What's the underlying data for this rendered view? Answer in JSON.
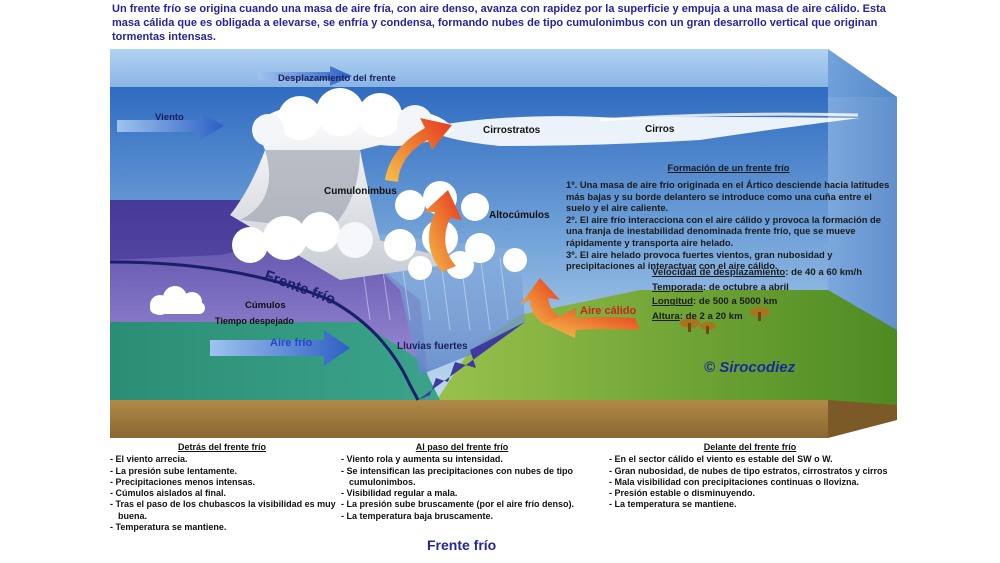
{
  "intro": "Un frente frío se origina cuando una masa de aire fría, con aire denso, avanza con rapidez por la superficie y empuja a una masa de aire cálido. Esta masa cálida que es obligada a elevarse, se enfría y condensa, formando nubes de tipo cumulonimbus con un gran desarrollo vertical que originan tormentas intensas.",
  "labels": {
    "desplazamiento": "Desplazamiento del frente",
    "viento": "Viento",
    "cirrostratos": "Cirrostratos",
    "cirros": "Cirros",
    "cumulonimbus": "Cumulonimbus",
    "altocumulos": "Altocúmulos",
    "frente_frio": "Frente frío",
    "cumulos": "Cúmulos",
    "tiempo_despejado": "Tiempo despejado",
    "aire_frio": "Aire frío",
    "lluvias": "Lluvias fuertes",
    "aire_calido": "Aire cálido"
  },
  "formation": {
    "title": "Formación de un frente frío",
    "steps": [
      "1º.  Una masa de aire frío originada en el Ártico desciende hacia latitudes más bajas y su borde delantero se introduce como una cuña entre el  suelo y el aire caliente.",
      "2º. El aire frío interacciona con el aire cálido y provoca la formación de una franja de inestabilidad denominada frente frío, que se mueve rápidamente y transporta aire helado.",
      "3º. El aire helado provoca fuertes vientos, gran nubosidad y precipitaciones al interactuar con el aire cálido."
    ]
  },
  "stats": [
    {
      "label": "Velocidad de desplazamiento",
      "value": ": de 40 a 60 km/h"
    },
    {
      "label": "Temporada",
      "value": ": de octubre a abril"
    },
    {
      "label": "Longitud",
      "value": ": de 500 a 5000 km"
    },
    {
      "label": "Altura",
      "value": ": de 2 a 20 km"
    }
  ],
  "logo": {
    "name": "Sirocodiez",
    "symbol": "©"
  },
  "columns": [
    {
      "title": "Detrás del frente frío",
      "items": [
        "El viento arrecia.",
        "La presión sube lentamente.",
        "Precipitaciones menos intensas.",
        "Cúmulos aislados al final.",
        "Tras el paso de los chubascos la visibilidad es muy buena.",
        "Temperatura se mantiene."
      ]
    },
    {
      "title": "Al paso del frente frío",
      "items": [
        "Viento rola y aumenta su intensidad.",
        "Se intensifican las precipitaciones con nubes de tipo cumulonimbos.",
        "Visibilidad regular a mala.",
        "La presión sube bruscamente (por el aire frío denso).",
        "La temperatura baja bruscamente."
      ]
    },
    {
      "title": "Delante del frente frío",
      "items": [
        "En el sector cálido el viento es estable del SW o W.",
        "Gran nubosidad, de nubes de tipo estratos, cirrostratos y cirros",
        "Mala visibilidad con precipitaciones continuas o llovizna.",
        "Presión estable o disminuyendo.",
        "La temperatura se mantiene."
      ]
    }
  ],
  "bottom_title": "Frente frío",
  "colors": {
    "title_blue": "#24259a",
    "sky_blue": "#5f93d2",
    "grass_green": "#5d9e2b",
    "soil_brown": "#a07a3e",
    "cold_purple": "#7e72c8",
    "warm_orange": "#f0892a"
  }
}
